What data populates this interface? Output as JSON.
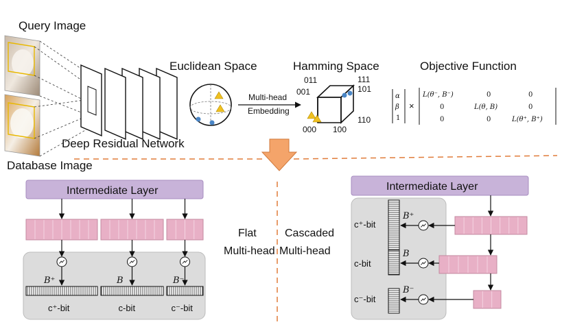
{
  "top": {
    "query_label": "Query Image",
    "database_label": "Database Image",
    "network_label": "Deep Residual Network",
    "euclidean_label": "Euclidean Space",
    "hamming_label": "Hamming Space",
    "objective_label": "Objective Function",
    "embedding_line1": "Multi-head",
    "embedding_line2": "Embedding",
    "cube_vertices": {
      "v011": "011",
      "v111": "111",
      "v001": "001",
      "v101": "101",
      "v000": "000",
      "v100": "100",
      "v110": "110"
    }
  },
  "objective": {
    "vector": [
      "α",
      "β",
      "1"
    ],
    "times": "×",
    "rows": [
      [
        "L(θ⁻, B⁻)",
        "0",
        "0"
      ],
      [
        "0",
        "L(θ, B)",
        "0"
      ],
      [
        "0",
        "0",
        "L(θ⁺, B⁺)"
      ]
    ]
  },
  "flat": {
    "intermediate_label": "Intermediate Layer",
    "title_line1": "Flat",
    "title_line2": "Multi-head",
    "codes": [
      "B⁺",
      "B",
      "B⁻"
    ],
    "bits": [
      "c⁺-bit",
      "c-bit",
      "c⁻-bit"
    ]
  },
  "cascaded": {
    "intermediate_label": "Intermediate Layer",
    "title_line1": "Cascaded",
    "title_line2": "Multi-head",
    "codes": [
      "B⁺",
      "B",
      "B⁻"
    ],
    "bits": [
      "c⁺-bit",
      "c-bit",
      "c⁻-bit"
    ]
  },
  "colors": {
    "pink_fill": "#e8b0c6",
    "pink_stroke": "#c38aa0",
    "purple_fill": "#c8b3d9",
    "gray_panel": "#dcdcdc",
    "orange_arrow": "#f4a46a",
    "dashed_orange": "#e07b39",
    "point_blue": "#4a86c6",
    "point_yellow": "#f0c020"
  }
}
